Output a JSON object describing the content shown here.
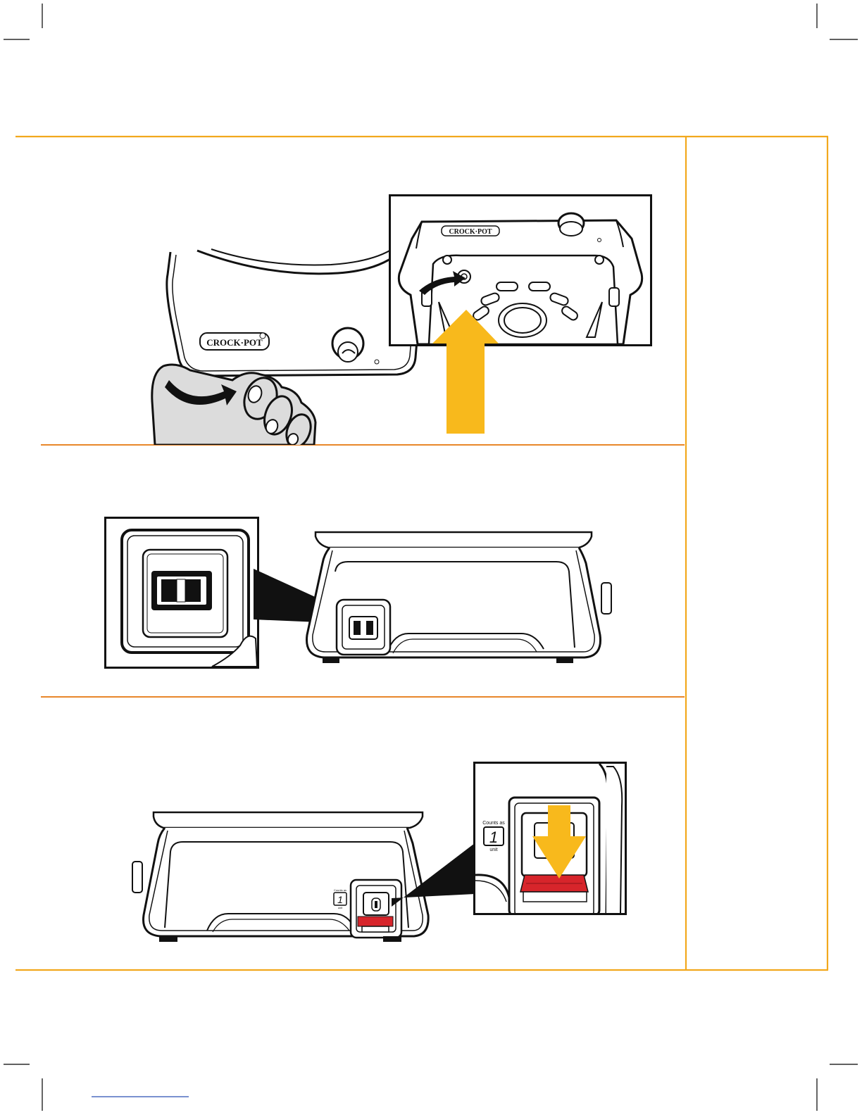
{
  "brand": {
    "logo_text": "CROCK·POT",
    "registered_mark": "®"
  },
  "badge": {
    "top_label": "Counts as",
    "number": "1",
    "bottom_label": "unit"
  },
  "colors": {
    "frame_orange": "#f2a81d",
    "divider_orange": "#e8872a",
    "arrow_yellow": "#f8b91c",
    "latch_red": "#d7252b",
    "hand_gray": "#dcdcdc",
    "link_blue": "#2a4fb3"
  },
  "icons": [
    "up-arrow-icon",
    "down-arrow-icon",
    "curved-arrow-icon",
    "hand-icon",
    "power-socket-icon",
    "control-knob-icon"
  ]
}
